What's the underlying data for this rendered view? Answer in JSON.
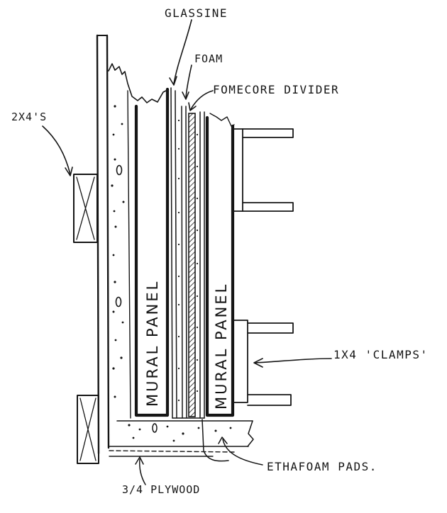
{
  "labels": {
    "glassine": "GLASSINE",
    "foam": "FOAM",
    "fomecore_divider": "FOMECORE DIVIDER",
    "two_by_fours": "2X4'S",
    "mural_panel_left": "MURAL PANEL",
    "mural_panel_right": "MURAL PANEL",
    "clamps": "1X4 'CLAMPS'",
    "ethafoam_pads": "ETHAFOAM PADS.",
    "plywood": "3/4 PLYWOOD"
  },
  "colors": {
    "ink": "#151515",
    "paper": "#ffffff"
  }
}
